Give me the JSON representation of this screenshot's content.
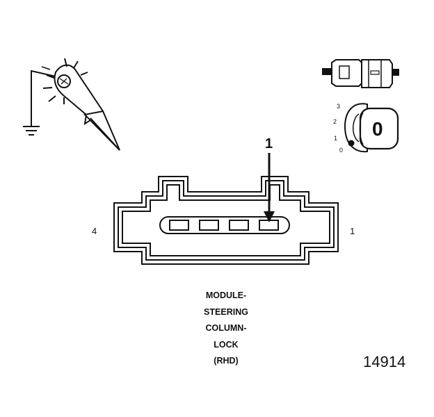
{
  "connector": {
    "callout": "1",
    "left_pin_label": "4",
    "right_pin_label": "1"
  },
  "ignition_key": {
    "positions": [
      "3",
      "2",
      "1",
      "0"
    ],
    "key_mark": "0"
  },
  "caption": {
    "lines": [
      "MODULE-",
      "STEERING",
      "COLUMN-",
      "LOCK",
      "(RHD)"
    ]
  },
  "figure_number": "14914"
}
